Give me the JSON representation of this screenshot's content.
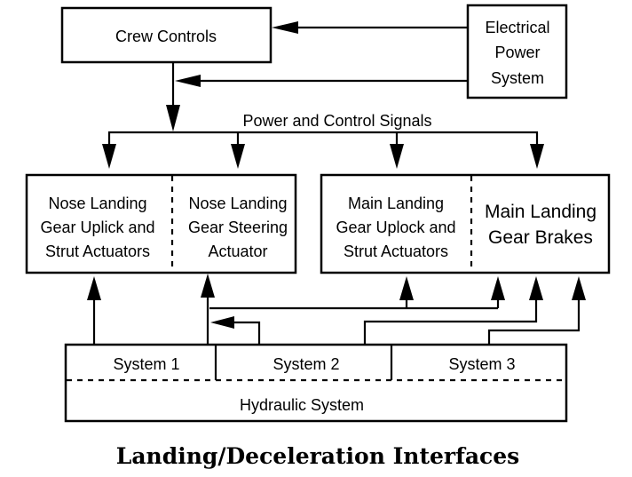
{
  "title": "Landing/Deceleration Interfaces",
  "nodes": {
    "crew_controls": {
      "label": "Crew Controls"
    },
    "electrical_power": {
      "lines": [
        "Electrical",
        "Power",
        "System"
      ]
    },
    "bus_label": "Power and Control Signals",
    "nose_uplock": {
      "lines": [
        "Nose Landing",
        "Gear Uplick and",
        "Strut Actuators"
      ]
    },
    "nose_steering": {
      "lines": [
        "Nose Landing",
        "Gear Steering",
        "Actuator"
      ]
    },
    "main_uplock": {
      "lines": [
        "Main Landing",
        "Gear Uplock and",
        "Strut Actuators"
      ]
    },
    "main_brakes": {
      "lines": [
        "Main Landing",
        "Gear Brakes"
      ]
    },
    "hydraulic": {
      "label": "Hydraulic System",
      "systems": [
        "System 1",
        "System 2",
        "System 3"
      ]
    }
  },
  "edges": [
    {
      "from": "Electrical Power System",
      "to": "Crew Controls"
    },
    {
      "from": "Electrical Power System",
      "to": "Power and Control Signals"
    },
    {
      "from": "Crew Controls",
      "to": "Power and Control Signals"
    },
    {
      "from": "Power and Control Signals",
      "to": "Nose Landing Gear Uplick and Strut Actuators"
    },
    {
      "from": "Power and Control Signals",
      "to": "Nose Landing Gear Steering Actuator"
    },
    {
      "from": "Power and Control Signals",
      "to": "Main Landing Gear Uplock and Strut Actuators"
    },
    {
      "from": "Power and Control Signals",
      "to": "Main Landing Gear Brakes"
    },
    {
      "from": "System 1",
      "to": "Nose Landing Gear Uplick and Strut Actuators"
    },
    {
      "from": "System 1",
      "to": "Nose Landing Gear Steering Actuator"
    },
    {
      "from": "System 1",
      "to": "Main Landing Gear Uplock and Strut Actuators"
    },
    {
      "from": "System 1",
      "to": "Main Landing Gear Brakes"
    },
    {
      "from": "System 2",
      "to": "Nose Landing Gear Steering Actuator"
    },
    {
      "from": "System 2",
      "to": "Main Landing Gear Brakes"
    },
    {
      "from": "System 3",
      "to": "Main Landing Gear Brakes"
    }
  ]
}
